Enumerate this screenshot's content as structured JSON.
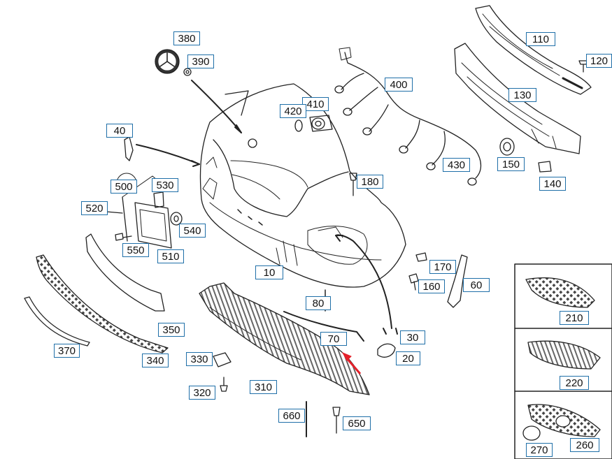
{
  "colors": {
    "line": "#222222",
    "callout_border": "#1f6fa8",
    "arrow": "#e4202a"
  },
  "callouts": [
    {
      "id": "c10",
      "label": "10"
    },
    {
      "id": "c20",
      "label": "20"
    },
    {
      "id": "c30",
      "label": "30"
    },
    {
      "id": "c40",
      "label": "40"
    },
    {
      "id": "c60",
      "label": "60"
    },
    {
      "id": "c70",
      "label": "70"
    },
    {
      "id": "c80",
      "label": "80"
    },
    {
      "id": "c110",
      "label": "110"
    },
    {
      "id": "c120",
      "label": "120"
    },
    {
      "id": "c130",
      "label": "130"
    },
    {
      "id": "c140",
      "label": "140"
    },
    {
      "id": "c150",
      "label": "150"
    },
    {
      "id": "c160",
      "label": "160"
    },
    {
      "id": "c170",
      "label": "170"
    },
    {
      "id": "c180",
      "label": "180"
    },
    {
      "id": "c210",
      "label": "210"
    },
    {
      "id": "c220",
      "label": "220"
    },
    {
      "id": "c260",
      "label": "260"
    },
    {
      "id": "c270",
      "label": "270"
    },
    {
      "id": "c310",
      "label": "310"
    },
    {
      "id": "c320",
      "label": "320"
    },
    {
      "id": "c330",
      "label": "330"
    },
    {
      "id": "c340",
      "label": "340"
    },
    {
      "id": "c350",
      "label": "350"
    },
    {
      "id": "c370",
      "label": "370"
    },
    {
      "id": "c380",
      "label": "380"
    },
    {
      "id": "c390",
      "label": "390"
    },
    {
      "id": "c400",
      "label": "400"
    },
    {
      "id": "c410",
      "label": "410"
    },
    {
      "id": "c420",
      "label": "420"
    },
    {
      "id": "c430",
      "label": "430"
    },
    {
      "id": "c500",
      "label": "500"
    },
    {
      "id": "c510",
      "label": "510"
    },
    {
      "id": "c520",
      "label": "520"
    },
    {
      "id": "c530",
      "label": "530"
    },
    {
      "id": "c540",
      "label": "540"
    },
    {
      "id": "c550",
      "label": "550"
    },
    {
      "id": "c650",
      "label": "650"
    },
    {
      "id": "c660",
      "label": "660"
    }
  ]
}
